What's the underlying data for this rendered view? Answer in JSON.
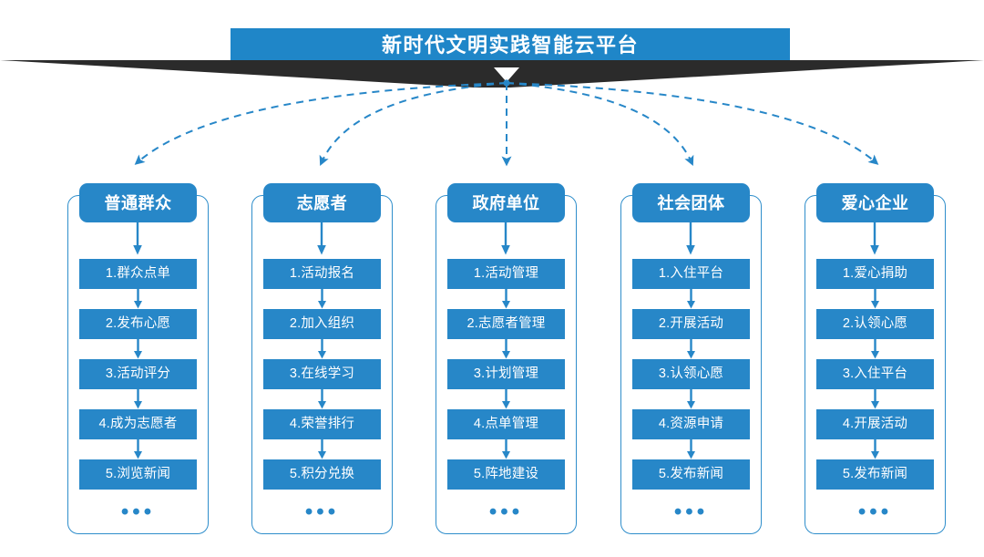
{
  "header": {
    "title": "新时代文明实践智能云平台",
    "bar_color": "#1f86c8",
    "ribbon_color": "#2b2b2b",
    "arrow_glyph": "▼"
  },
  "theme": {
    "accent": "#2787c8",
    "border": "#2f8ecb",
    "connector": "#2787c8",
    "text_on_accent": "#ffffff",
    "background": "#ffffff"
  },
  "ellipsis_label": "•••",
  "columns": [
    {
      "header": "普通群众",
      "items": [
        "1.群众点单",
        "2.发布心愿",
        "3.活动评分",
        "4.成为志愿者",
        "5.浏览新闻"
      ]
    },
    {
      "header": "志愿者",
      "items": [
        "1.活动报名",
        "2.加入组织",
        "3.在线学习",
        "4.荣誉排行",
        "5.积分兑换"
      ]
    },
    {
      "header": "政府单位",
      "items": [
        "1.活动管理",
        "2.志愿者管理",
        "3.计划管理",
        "4.点单管理",
        "5.阵地建设"
      ]
    },
    {
      "header": "社会团体",
      "items": [
        "1.入住平台",
        "2.开展活动",
        "3.认领心愿",
        "4.资源申请",
        "5.发布新闻"
      ]
    },
    {
      "header": "爱心企业",
      "items": [
        "1.爱心捐助",
        "2.认领心愿",
        "3.入住平台",
        "4.开展活动",
        "5.发布新闻"
      ]
    }
  ]
}
